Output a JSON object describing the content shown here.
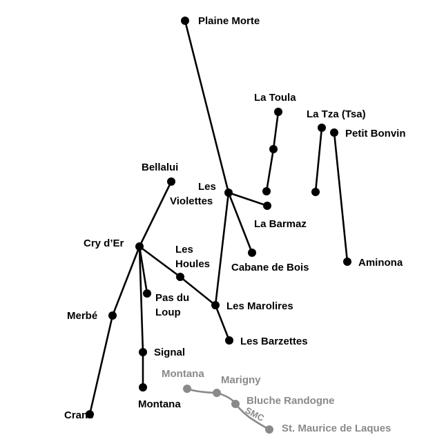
{
  "labels": {
    "plaine_morte": "Plaine Morte",
    "la_toula": "La Toula",
    "la_tza": "La Tza (Tsa)",
    "petit_bonvin": "Petit Bonvin",
    "bellalui": "Bellalui",
    "les_violettes_1": "Les",
    "les_violettes_2": "Violettes",
    "la_barmaz": "La Barmaz",
    "cry_der": "Cry d’Er",
    "les_houles_1": "Les",
    "les_houles_2": "Houles",
    "cabane_de_bois": "Cabane de Bois",
    "aminona": "Aminona",
    "pas_du_loup_1": "Pas du",
    "pas_du_loup_2": "Loup",
    "les_marolires": "Les Marolires",
    "merbe": "Merbé",
    "les_barzettes": "Les Barzettes",
    "signal": "Signal",
    "montana_gray": "Montana",
    "marigny": "Marigny",
    "bluche_randogne": "Bluche Randogne",
    "smc": "SMC",
    "montana": "Montana",
    "crans": "Crans",
    "st_maurice": "St. Maurice de Laques"
  },
  "colors": {
    "lift": "#000000",
    "funicular": "#8a8a8a"
  }
}
